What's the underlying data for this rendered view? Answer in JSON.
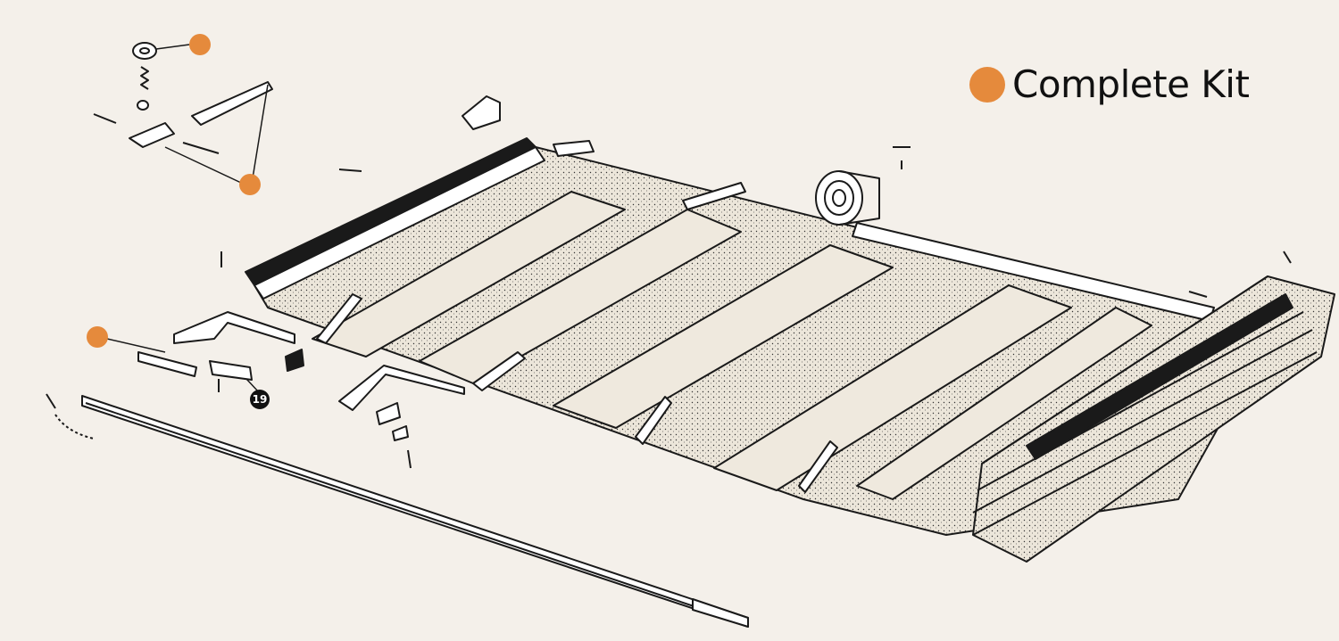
{
  "legend": {
    "label": "Complete Kit",
    "color": "#e58a3c"
  },
  "callout": {
    "number": "19"
  },
  "colors": {
    "background": "#f4f0ea",
    "ink": "#1a1a1a",
    "fabric": "#e8e2d6",
    "marker": "#e58a3c"
  },
  "icons": [
    "hood-frame-illustration",
    "hotspot-marker"
  ]
}
